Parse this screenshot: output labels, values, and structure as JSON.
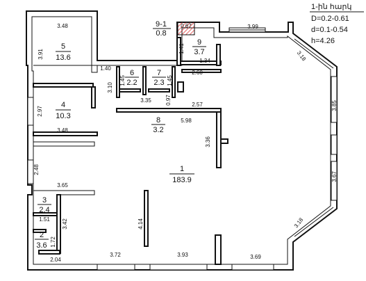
{
  "floor_label": "1-ին հարկ",
  "specs": {
    "D": "D=0.2-0.61",
    "d": "d=0.1-0.54",
    "h": "h=4.26"
  },
  "rooms": [
    {
      "num": "1",
      "area": "183.9"
    },
    {
      "num": "2",
      "area": "3.6"
    },
    {
      "num": "3",
      "area": "2.4"
    },
    {
      "num": "4",
      "area": "10.3"
    },
    {
      "num": "5",
      "area": "13.6"
    },
    {
      "num": "6",
      "area": "2.2"
    },
    {
      "num": "7",
      "area": "2.3"
    },
    {
      "num": "8",
      "area": "3.2"
    },
    {
      "num": "9",
      "area": "3.7"
    },
    {
      "num": "9-1",
      "area": "0.8"
    }
  ],
  "dimensions": {
    "d348_top": "3.48",
    "d391": "3.91",
    "d140": "1.40",
    "d310": "3.10",
    "d145a": "1.45",
    "d145b": "1.45",
    "d335": "3.35",
    "d097": "0.97",
    "d067": "0.67",
    "d141": "1.41",
    "d134": "1.34",
    "d260": "2.60",
    "d399": "3.99",
    "d318_top": "3.18",
    "d385": "3.85",
    "d297": "2.97",
    "d348_mid": "3.48",
    "d257": "2.57",
    "d598": "5.98",
    "d336": "3.36",
    "d248": "2.48",
    "d365": "3.65",
    "d367": "3.67",
    "d342": "3.42",
    "d151": "1.51",
    "d172": "1.72",
    "d414": "4.14",
    "d204": "2.04",
    "d372": "3.72",
    "d393": "3.93",
    "d369": "3.69",
    "d318_bot": "3.18"
  }
}
